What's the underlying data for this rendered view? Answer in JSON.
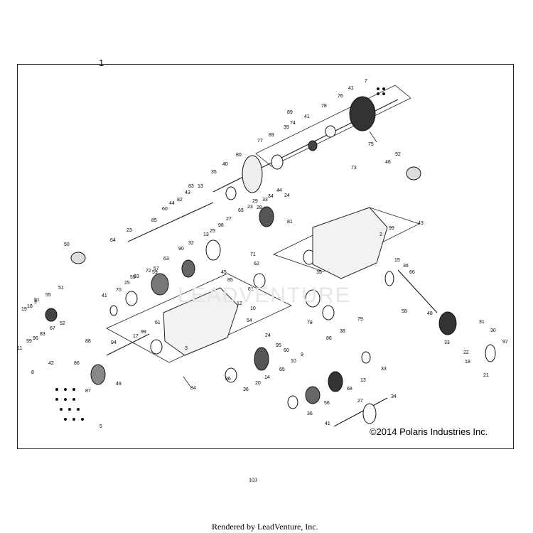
{
  "page_label": "1",
  "copyright": "©2014 Polaris Industries Inc.",
  "page_number": "103",
  "footer": "Rendered by LeadVenture, Inc.",
  "watermark": "LEADVENTURE",
  "callouts": [
    "7",
    "41",
    "76",
    "78",
    "75",
    "41",
    "89",
    "39",
    "74",
    "89",
    "77",
    "80",
    "40",
    "35",
    "92",
    "46",
    "73",
    "43",
    "13",
    "83",
    "82",
    "44",
    "60",
    "44",
    "34",
    "24",
    "33",
    "29",
    "23",
    "69",
    "28",
    "27",
    "64",
    "23",
    "71",
    "62",
    "85",
    "43",
    "81",
    "2",
    "99",
    "98",
    "25",
    "13",
    "32",
    "90",
    "63",
    "57",
    "59",
    "50",
    "45",
    "85",
    "55",
    "72",
    "25",
    "33",
    "70",
    "41",
    "51",
    "9",
    "55",
    "19",
    "18",
    "91",
    "83",
    "52",
    "67",
    "42",
    "96",
    "88",
    "59",
    "11",
    "94",
    "17",
    "99",
    "61",
    "86",
    "78",
    "38",
    "79",
    "3",
    "12",
    "10",
    "54",
    "62",
    "35",
    "15",
    "36",
    "66",
    "58",
    "48",
    "31",
    "33",
    "30",
    "22",
    "97",
    "18",
    "21",
    "8",
    "86",
    "87",
    "49",
    "36",
    "24",
    "14",
    "20",
    "36",
    "65",
    "9",
    "10",
    "95",
    "60",
    "68",
    "13",
    "33",
    "34",
    "27",
    "56",
    "36",
    "41",
    "5",
    "84"
  ]
}
